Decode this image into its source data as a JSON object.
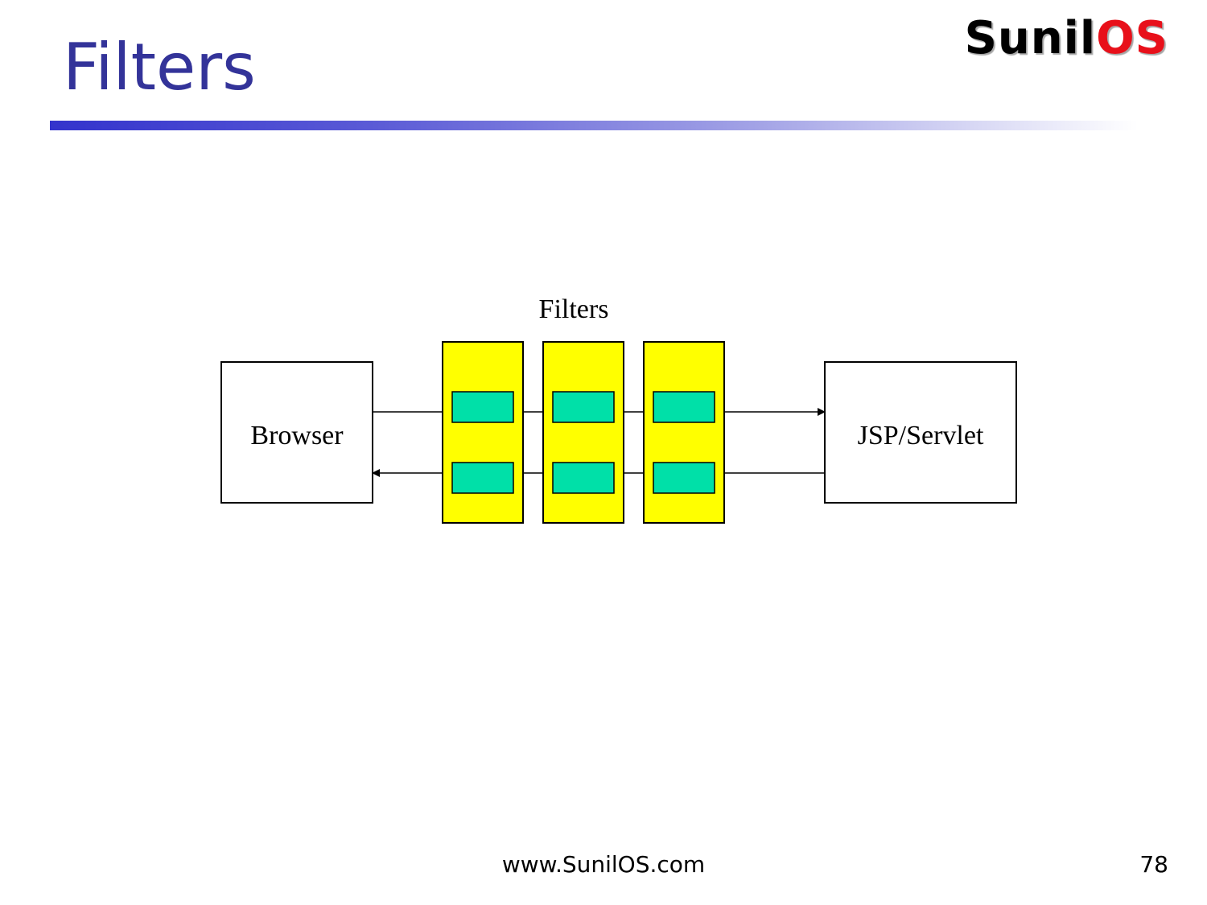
{
  "slide": {
    "title": "Filters",
    "logo": {
      "part_a": "Sunil",
      "part_b": "OS"
    },
    "footer_url": "www.SunilOS.com",
    "page_number": "78"
  },
  "diagram": {
    "filters_label": "Filters",
    "browser_label": "Browser",
    "target_label": "JSP/Servlet",
    "filter_count": 3,
    "colors": {
      "filter_fill": "#ffff00",
      "filter_slot_fill": "#00e0a8",
      "box_stroke": "#000000",
      "title": "#333399",
      "logo_accent": "#e8101a"
    }
  }
}
